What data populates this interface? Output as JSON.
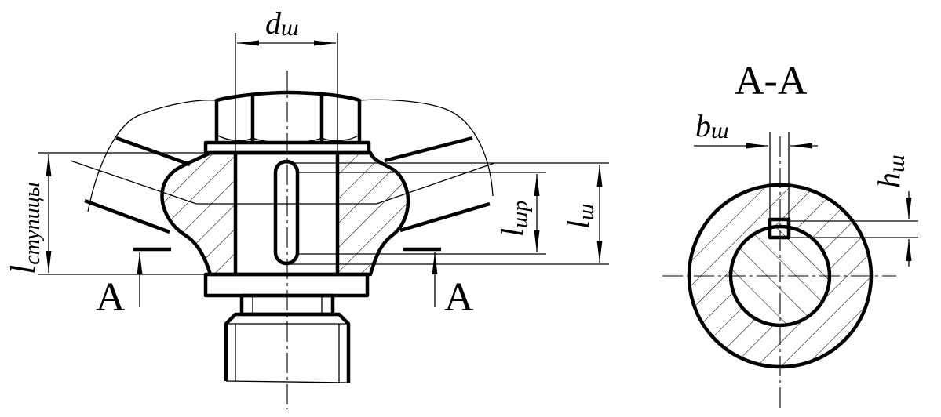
{
  "labels": {
    "shaft_diameter": "d",
    "shaft_diameter_sub": "ш",
    "hub_length": "l",
    "hub_length_sub": "ступицы",
    "key_working_length": "l",
    "key_working_length_sub": "шр",
    "key_length": "l",
    "key_length_sub": "ш",
    "section_mark_left": "A",
    "section_mark_right": "A",
    "section_title": "A-A",
    "key_width": "b",
    "key_width_sub": "ш",
    "key_height": "h",
    "key_height_sub": "ш"
  },
  "colors": {
    "line": "#000000",
    "background": "#ffffff"
  }
}
